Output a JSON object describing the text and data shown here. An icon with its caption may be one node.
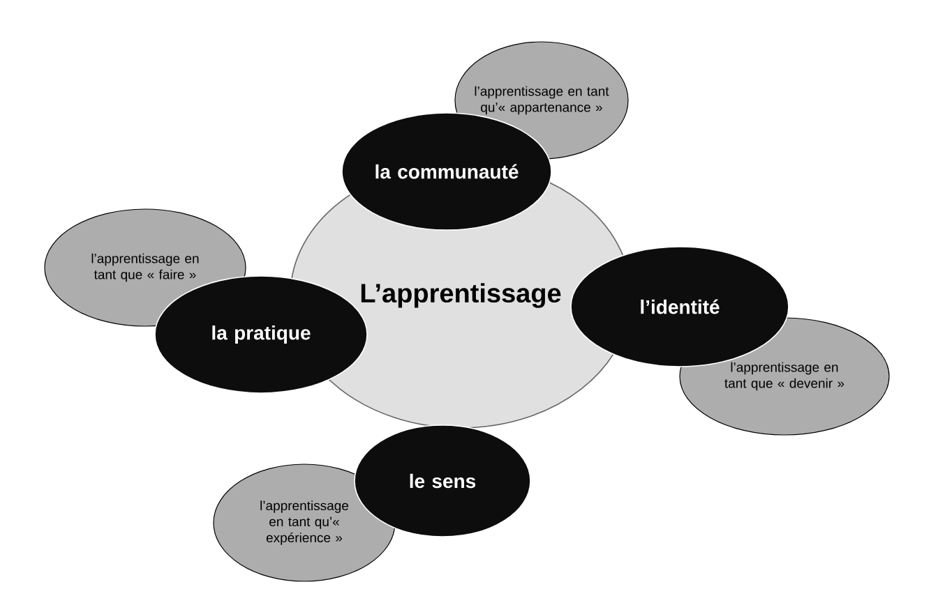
{
  "diagram": {
    "nodes": [
      {
        "text": [
          "l’apprentissage en tant qu’« appartenance »"
        ]
      },
      {
        "text": [
          "la communauté"
        ]
      },
      {
        "text": [
          "L’apprentissage"
        ]
      },
      {
        "text": [
          "l’apprentissage en tant que « faire »"
        ]
      },
      {
        "text": [
          "la pratique"
        ]
      },
      {
        "text": [
          "l’identité"
        ]
      },
      {
        "text": [
          "l’apprentissage en tant que « devenir »"
        ]
      },
      {
        "text": [
          "le sens"
        ]
      },
      {
        "text": [
          "l’apprentissage en tant qu’« expérience »"
        ]
      }
    ]
  }
}
